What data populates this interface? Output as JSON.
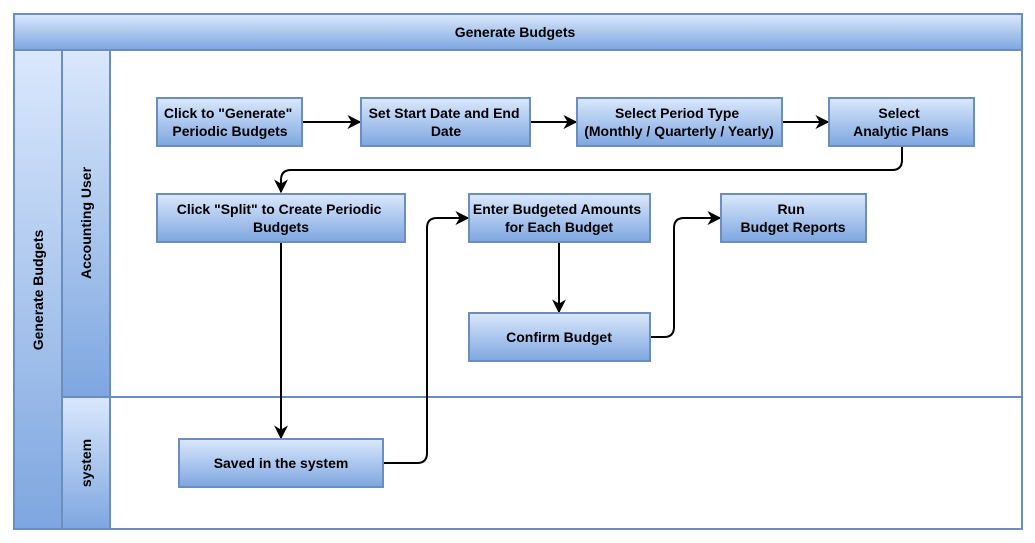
{
  "pool": {
    "title": "Generate Budgets",
    "side_label": "Generate Budgets"
  },
  "lanes": [
    {
      "label": "Accounting User"
    },
    {
      "label": "system"
    }
  ],
  "steps": {
    "generate": {
      "lines": [
        "Click  to \"Generate\"",
        "Periodic Budgets"
      ]
    },
    "set_dates": {
      "lines": [
        "Set Start Date and End",
        "Date"
      ]
    },
    "period_type": {
      "lines": [
        "Select Period Type",
        "(Monthly / Quarterly / Yearly)"
      ]
    },
    "analytic": {
      "lines": [
        "Select",
        "Analytic Plans"
      ]
    },
    "split": {
      "lines": [
        "Click \"Split\" to Create Periodic",
        "Budgets"
      ]
    },
    "enter_amounts": {
      "lines": [
        "Enter Budgeted Amounts",
        "for Each Budget"
      ]
    },
    "run_reports": {
      "lines": [
        "Run",
        "Budget Reports"
      ]
    },
    "confirm": {
      "lines": [
        "Confirm Budget"
      ]
    },
    "saved": {
      "lines": [
        "Saved in the system"
      ]
    }
  },
  "colors": {
    "stroke": "#6c8ebf",
    "fill_light": "#dae8fc",
    "fill_dark": "#7ea6e0"
  }
}
